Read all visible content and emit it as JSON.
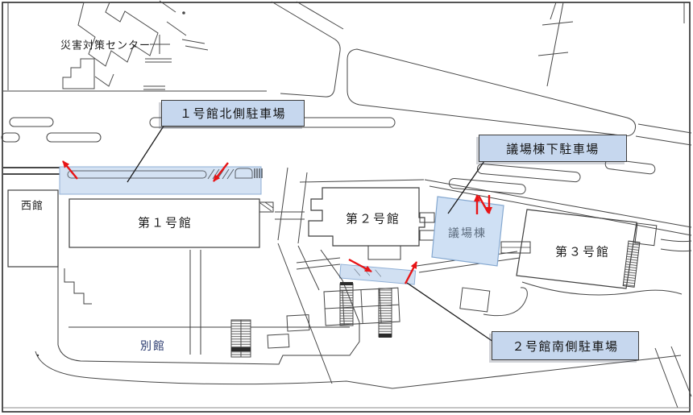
{
  "figure": {
    "type": "site-map",
    "background": "#ffffff"
  },
  "buildings": [
    {
      "key": "disaster-center",
      "label": "災害対策センター"
    },
    {
      "key": "west-wing",
      "label": "西館"
    },
    {
      "key": "building-1",
      "label": "第１号館"
    },
    {
      "key": "annex",
      "label": "別館"
    },
    {
      "key": "building-2",
      "label": "第２号館"
    },
    {
      "key": "assembly-hall",
      "label": "議場棟"
    },
    {
      "key": "building-3",
      "label": "第３号館"
    }
  ],
  "parking_labels": [
    {
      "key": "building1-north",
      "label": "１号館北側駐車場"
    },
    {
      "key": "assembly-hall-under",
      "label": "議場棟下駐車場"
    },
    {
      "key": "building2-south",
      "label": "２号館南側駐車場"
    }
  ],
  "colors": {
    "callout_fill": "#c6d7ee",
    "parking_zone_fill": "#ccddf1",
    "assembly_hall_fill": "#cfe0f4",
    "arrow_red": "#e81416",
    "map_line": "#474747"
  }
}
